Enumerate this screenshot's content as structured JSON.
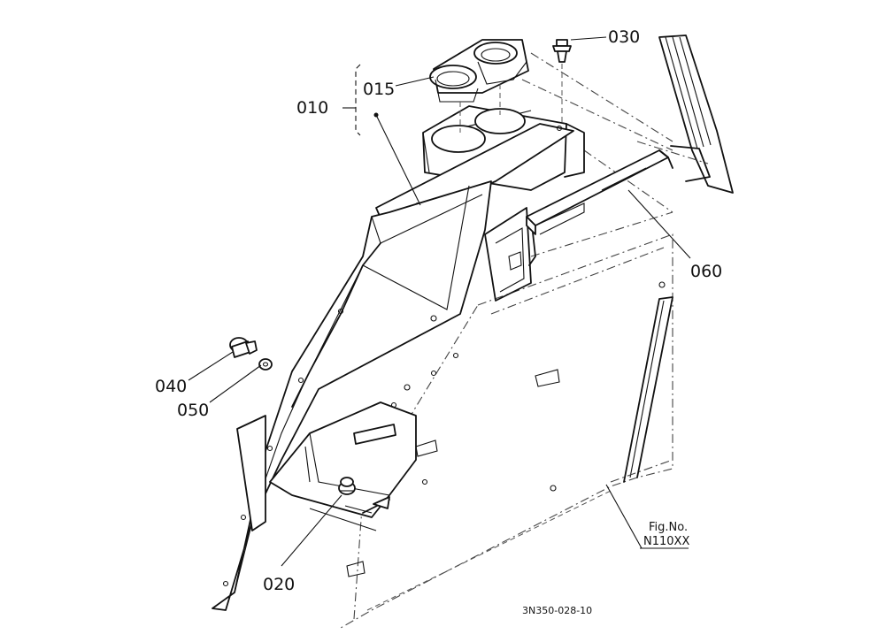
{
  "callouts": {
    "p010": "010",
    "p015": "015",
    "p020": "020",
    "p030": "030",
    "p040": "040",
    "p050": "050",
    "p060": "060"
  },
  "fig_label": {
    "line1": "Fig.No.",
    "line2": "N110XX"
  },
  "drawing_number": "3N350-028-10"
}
